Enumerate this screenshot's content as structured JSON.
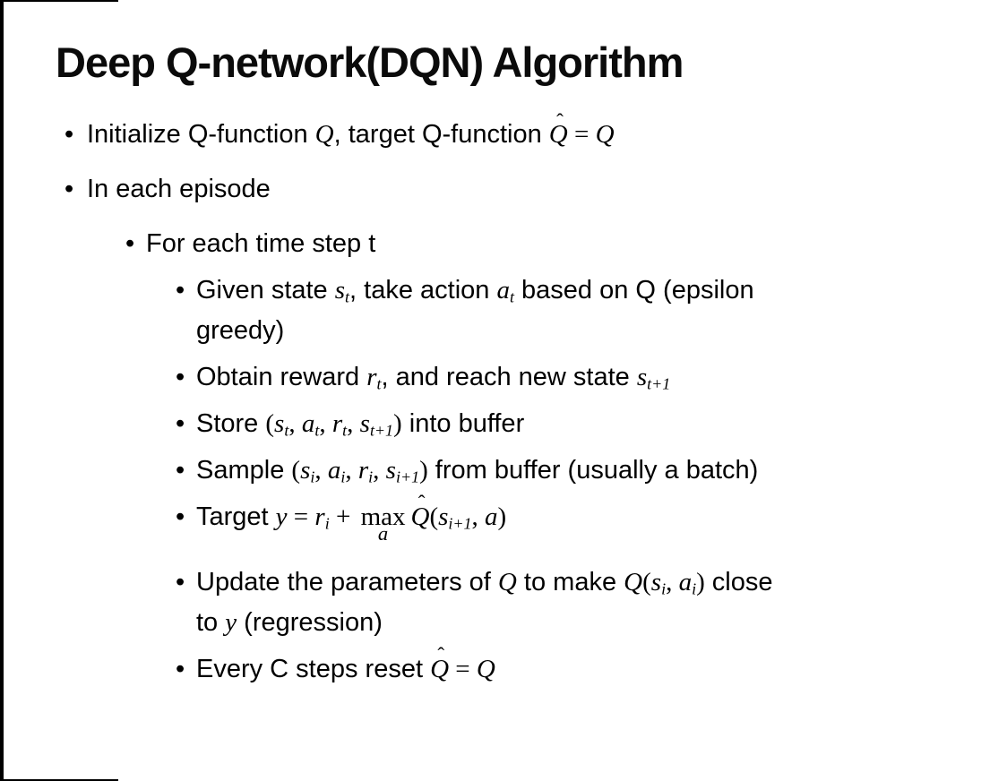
{
  "slide": {
    "title": "Deep Q-network(DQN) Algorithm",
    "bullet_char": "•",
    "colors": {
      "text": "#000000",
      "background": "#ffffff",
      "frame": "#000000"
    },
    "bullets": [
      {
        "level": 1,
        "segments": [
          {
            "t": "txt",
            "v": "Initialize Q-function "
          },
          {
            "t": "m",
            "v": "Q"
          },
          {
            "t": "txt",
            "v": ", target Q-function "
          },
          {
            "t": "hat",
            "v": "Q"
          },
          {
            "t": "mu",
            "v": " = "
          },
          {
            "t": "m",
            "v": "Q"
          }
        ]
      },
      {
        "level": 1,
        "segments": [
          {
            "t": "txt",
            "v": "In each episode"
          }
        ]
      },
      {
        "level": 2,
        "segments": [
          {
            "t": "txt",
            "v": "For each time step t"
          }
        ]
      },
      {
        "level": 3,
        "segments": [
          {
            "t": "txt",
            "v": "Given state "
          },
          {
            "t": "m",
            "v": "s",
            "sub": "t"
          },
          {
            "t": "txt",
            "v": ", take action "
          },
          {
            "t": "m",
            "v": "a",
            "sub": "t"
          },
          {
            "t": "txt",
            "v": " based on Q (epsilon"
          },
          {
            "t": "br"
          },
          {
            "t": "txt",
            "v": "greedy)"
          }
        ]
      },
      {
        "level": 3,
        "segments": [
          {
            "t": "txt",
            "v": "Obtain reward "
          },
          {
            "t": "m",
            "v": "r",
            "sub": "t"
          },
          {
            "t": "txt",
            "v": ", and reach new state "
          },
          {
            "t": "m",
            "v": "s",
            "sub": "t+1"
          }
        ]
      },
      {
        "level": 3,
        "segments": [
          {
            "t": "txt",
            "v": "Store "
          },
          {
            "t": "mu",
            "v": "("
          },
          {
            "t": "m",
            "v": "s",
            "sub": "t"
          },
          {
            "t": "mu",
            "v": ", "
          },
          {
            "t": "m",
            "v": "a",
            "sub": "t"
          },
          {
            "t": "mu",
            "v": ", "
          },
          {
            "t": "m",
            "v": "r",
            "sub": "t"
          },
          {
            "t": "mu",
            "v": ", "
          },
          {
            "t": "m",
            "v": "s",
            "sub": "t+1"
          },
          {
            "t": "mu",
            "v": ")"
          },
          {
            "t": "txt",
            "v": " into buffer"
          }
        ]
      },
      {
        "level": 3,
        "segments": [
          {
            "t": "txt",
            "v": "Sample "
          },
          {
            "t": "mu",
            "v": "("
          },
          {
            "t": "m",
            "v": "s",
            "sub": "i"
          },
          {
            "t": "mu",
            "v": ", "
          },
          {
            "t": "m",
            "v": "a",
            "sub": "i"
          },
          {
            "t": "mu",
            "v": ", "
          },
          {
            "t": "m",
            "v": "r",
            "sub": "i"
          },
          {
            "t": "mu",
            "v": ", "
          },
          {
            "t": "m",
            "v": "s",
            "sub": "i+1"
          },
          {
            "t": "mu",
            "v": ")"
          },
          {
            "t": "txt",
            "v": " from buffer (usually a batch)"
          }
        ]
      },
      {
        "level": 3,
        "segments": [
          {
            "t": "txt",
            "v": "Target "
          },
          {
            "t": "m",
            "v": "y"
          },
          {
            "t": "mu",
            "v": " = "
          },
          {
            "t": "m",
            "v": "r",
            "sub": "i"
          },
          {
            "t": "mu",
            "v": " + "
          },
          {
            "t": "max",
            "v": "max",
            "under": "a"
          },
          {
            "t": "hat",
            "v": "Q"
          },
          {
            "t": "mu",
            "v": "("
          },
          {
            "t": "m",
            "v": "s",
            "sub": "i+1"
          },
          {
            "t": "mu",
            "v": ", "
          },
          {
            "t": "m",
            "v": "a"
          },
          {
            "t": "mu",
            "v": ")"
          }
        ]
      },
      {
        "level": 3,
        "segments": [
          {
            "t": "txt",
            "v": "Update the parameters of "
          },
          {
            "t": "m",
            "v": "Q"
          },
          {
            "t": "txt",
            "v": " to make "
          },
          {
            "t": "m",
            "v": "Q"
          },
          {
            "t": "mu",
            "v": "("
          },
          {
            "t": "m",
            "v": "s",
            "sub": "i"
          },
          {
            "t": "mu",
            "v": ", "
          },
          {
            "t": "m",
            "v": "a",
            "sub": "i"
          },
          {
            "t": "mu",
            "v": ")"
          },
          {
            "t": "txt",
            "v": " close"
          },
          {
            "t": "br"
          },
          {
            "t": "txt",
            "v": "to "
          },
          {
            "t": "m",
            "v": "y"
          },
          {
            "t": "txt",
            "v": " (regression)"
          }
        ]
      },
      {
        "level": 3,
        "segments": [
          {
            "t": "txt",
            "v": "Every C steps reset "
          },
          {
            "t": "hat",
            "v": "Q"
          },
          {
            "t": "mu",
            "v": " = "
          },
          {
            "t": "m",
            "v": "Q"
          }
        ]
      }
    ]
  }
}
